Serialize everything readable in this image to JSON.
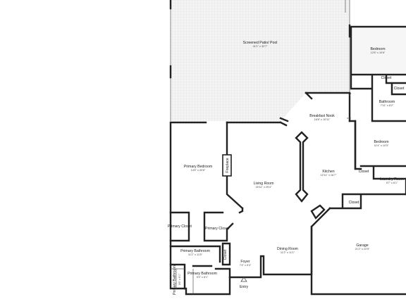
{
  "plan": {
    "rooms": [
      {
        "key": "patio",
        "name": "Screened Patio/ Pool",
        "dims": "41'1\" x 32'7\""
      },
      {
        "key": "bedroom1",
        "name": "Bedroom",
        "dims": "12'6\" x 10'6\""
      },
      {
        "key": "closet_top",
        "name": "Closet",
        "dims": ""
      },
      {
        "key": "bathroom",
        "name": "Bathroom",
        "dims": "7'11\" x 8'2\""
      },
      {
        "key": "closet_small",
        "name": "Closet",
        "dims": ""
      },
      {
        "key": "nook",
        "name": "Breakfast Nook",
        "dims": "16'6\" x 10'11\""
      },
      {
        "key": "bedroom2",
        "name": "Bedroom",
        "dims": "11'4\" x 10'3\""
      },
      {
        "key": "primary_bed",
        "name": "Primary Bedroom",
        "dims": "14'5\" x 20'6\""
      },
      {
        "key": "fireplace",
        "name": "Fireplace",
        "dims": ""
      },
      {
        "key": "living",
        "name": "Living Room",
        "dims": "20'11\" x 29'4\""
      },
      {
        "key": "kitchen",
        "name": "Kitchen",
        "dims": "12'11\" x 16'7\""
      },
      {
        "key": "closet_k",
        "name": "Closet",
        "dims": ""
      },
      {
        "key": "laundry",
        "name": "Laundry Room",
        "dims": "9'7\" x 6'1\""
      },
      {
        "key": "closet_g",
        "name": "Closet",
        "dims": ""
      },
      {
        "key": "pcloset1",
        "name": "Primary Closet",
        "dims": ""
      },
      {
        "key": "pcloset2",
        "name": "Primary Closet",
        "dims": ""
      },
      {
        "key": "garage",
        "name": "Garage",
        "dims": "21'2\" x 22'5\""
      },
      {
        "key": "pbath",
        "name": "Primary Bathroom",
        "dims": "11'2\" x 11'5\""
      },
      {
        "key": "closet_f",
        "name": "Closet",
        "dims": ""
      },
      {
        "key": "foyer",
        "name": "Foyer",
        "dims": "7'4\" x 5'4\""
      },
      {
        "key": "dining",
        "name": "Dining Room",
        "dims": "11'2\" x 11'1\""
      },
      {
        "key": "pbath2",
        "name": "Primary Bathroom",
        "dims": "9'3\" x 6'1\""
      },
      {
        "key": "pbath3",
        "name": "Primary Bathroom",
        "dims": "3'6\" x 6'1\""
      }
    ],
    "entry_label": "Entry"
  }
}
